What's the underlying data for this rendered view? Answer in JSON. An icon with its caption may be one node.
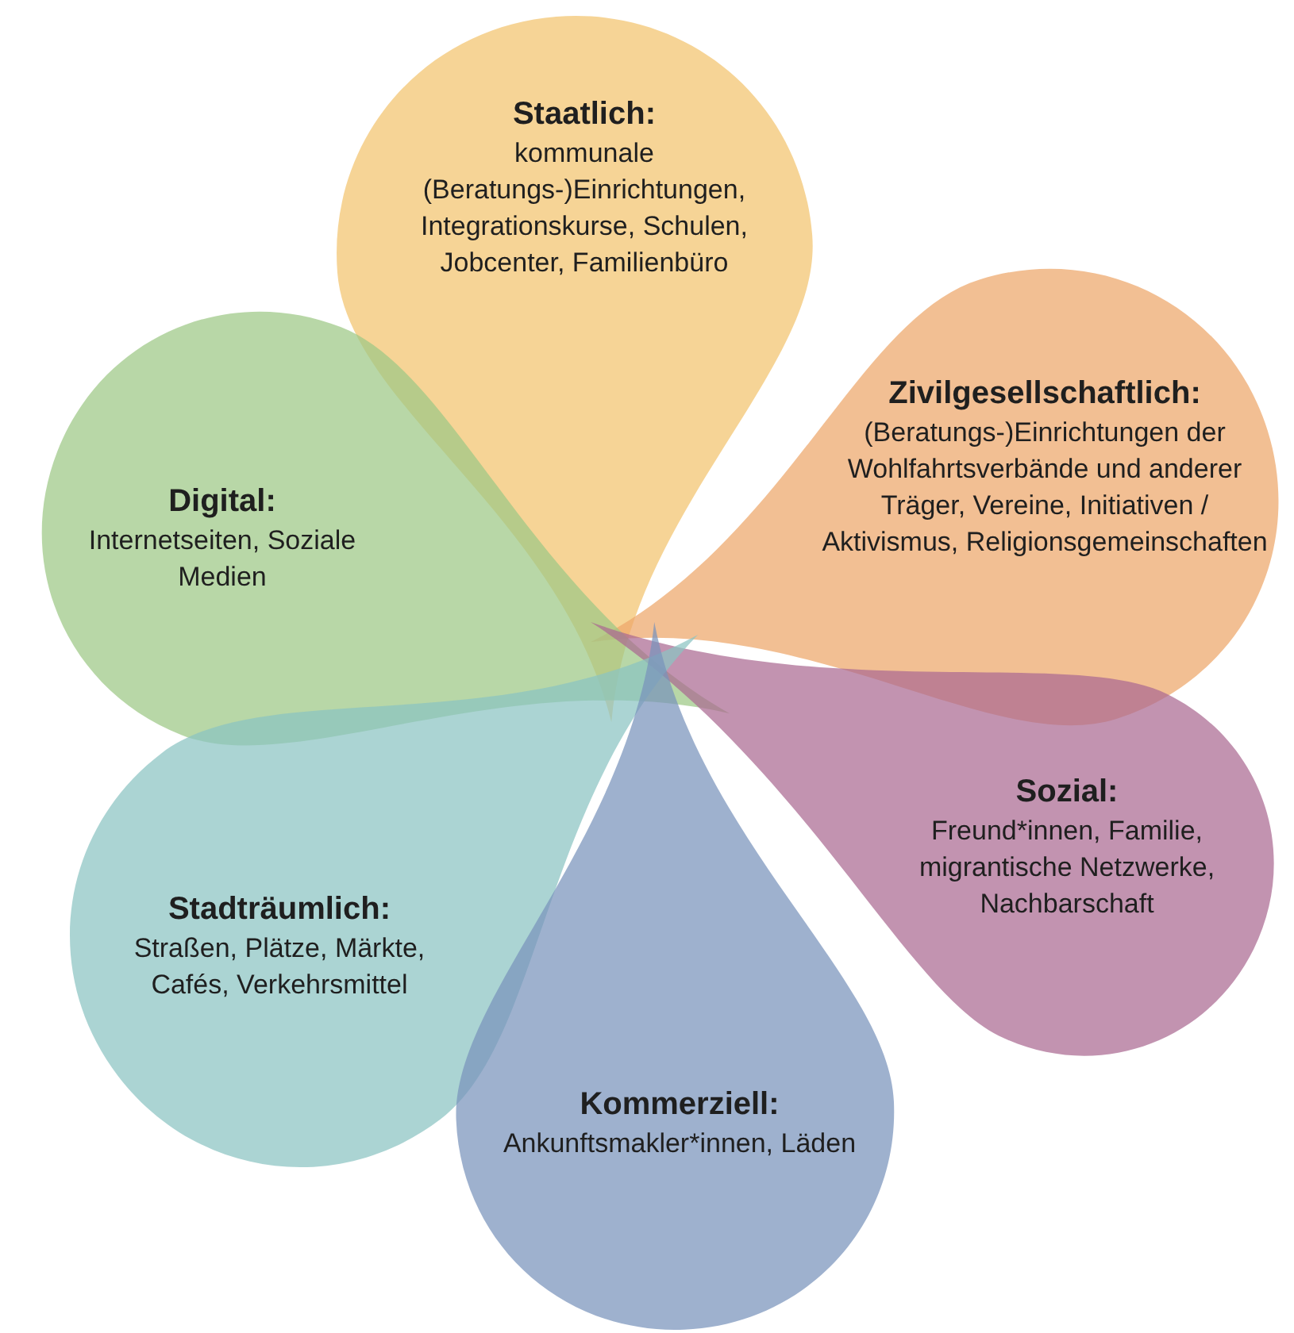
{
  "diagram": {
    "nodes": [
      {
        "text": [
          "Staatlich:",
          "kommunale (Beratungs-)Einrichtungen, Integrationskurse, Schulen, Jobcenter, Familienbüro"
        ]
      },
      {
        "text": [
          "Zivilgesellschaftlich:",
          "(Beratungs-)Einrichtungen der Wohlfahrtsverbände und anderer Träger, Vereine, Initiativen / Aktivismus, Religionsgemeinschaften"
        ]
      },
      {
        "text": [
          "Digital:",
          "Internetseiten, Soziale Medien"
        ]
      },
      {
        "text": [
          "Sozial:",
          "Freund*innen, Familie, migrantische Netzwerke, Nachbarschaft"
        ]
      },
      {
        "text": [
          "Stadträumlich:",
          "Straßen, Plätze, Märkte, Cafés, Verkehrsmittel"
        ]
      },
      {
        "text": [
          "Kommerziell:",
          "Ankunftsmakler*innen, Läden"
        ]
      }
    ]
  }
}
